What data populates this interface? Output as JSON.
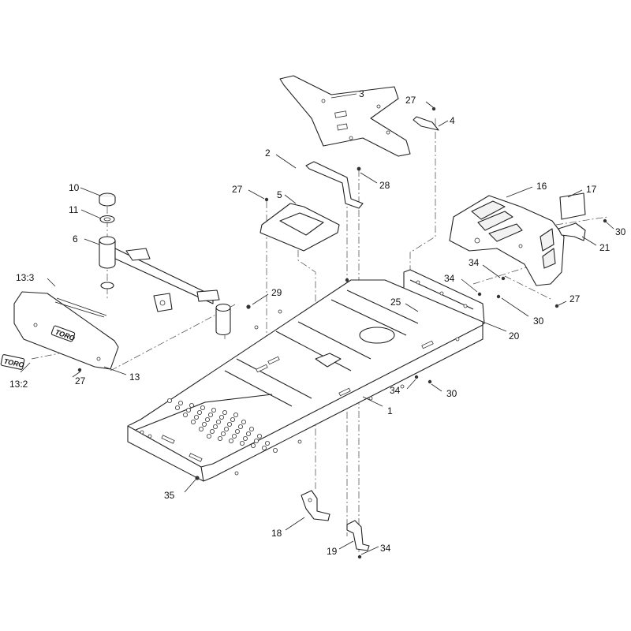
{
  "logo_text": "TORO",
  "callouts": [
    {
      "id": "c3",
      "label": "3"
    },
    {
      "id": "c27a",
      "label": "27"
    },
    {
      "id": "c4",
      "label": "4"
    },
    {
      "id": "c2",
      "label": "2"
    },
    {
      "id": "c27b",
      "label": "27"
    },
    {
      "id": "c28",
      "label": "28"
    },
    {
      "id": "c5",
      "label": "5"
    },
    {
      "id": "c10",
      "label": "10"
    },
    {
      "id": "c11",
      "label": "11"
    },
    {
      "id": "c6",
      "label": "6"
    },
    {
      "id": "c13_3",
      "label": "13:3"
    },
    {
      "id": "c29",
      "label": "29"
    },
    {
      "id": "c13",
      "label": "13"
    },
    {
      "id": "c13_2",
      "label": "13:2"
    },
    {
      "id": "c27c",
      "label": "27"
    },
    {
      "id": "c16",
      "label": "16"
    },
    {
      "id": "c17",
      "label": "17"
    },
    {
      "id": "c30a",
      "label": "30"
    },
    {
      "id": "c21",
      "label": "21"
    },
    {
      "id": "c34a",
      "label": "34"
    },
    {
      "id": "c34b",
      "label": "34"
    },
    {
      "id": "c27d",
      "label": "27"
    },
    {
      "id": "c30b",
      "label": "30"
    },
    {
      "id": "c25",
      "label": "25"
    },
    {
      "id": "c20",
      "label": "20"
    },
    {
      "id": "c34c",
      "label": "34"
    },
    {
      "id": "c30c",
      "label": "30"
    },
    {
      "id": "c1",
      "label": "1"
    },
    {
      "id": "c35",
      "label": "35"
    },
    {
      "id": "c18",
      "label": "18"
    },
    {
      "id": "c19",
      "label": "19"
    },
    {
      "id": "c34d",
      "label": "34"
    }
  ]
}
